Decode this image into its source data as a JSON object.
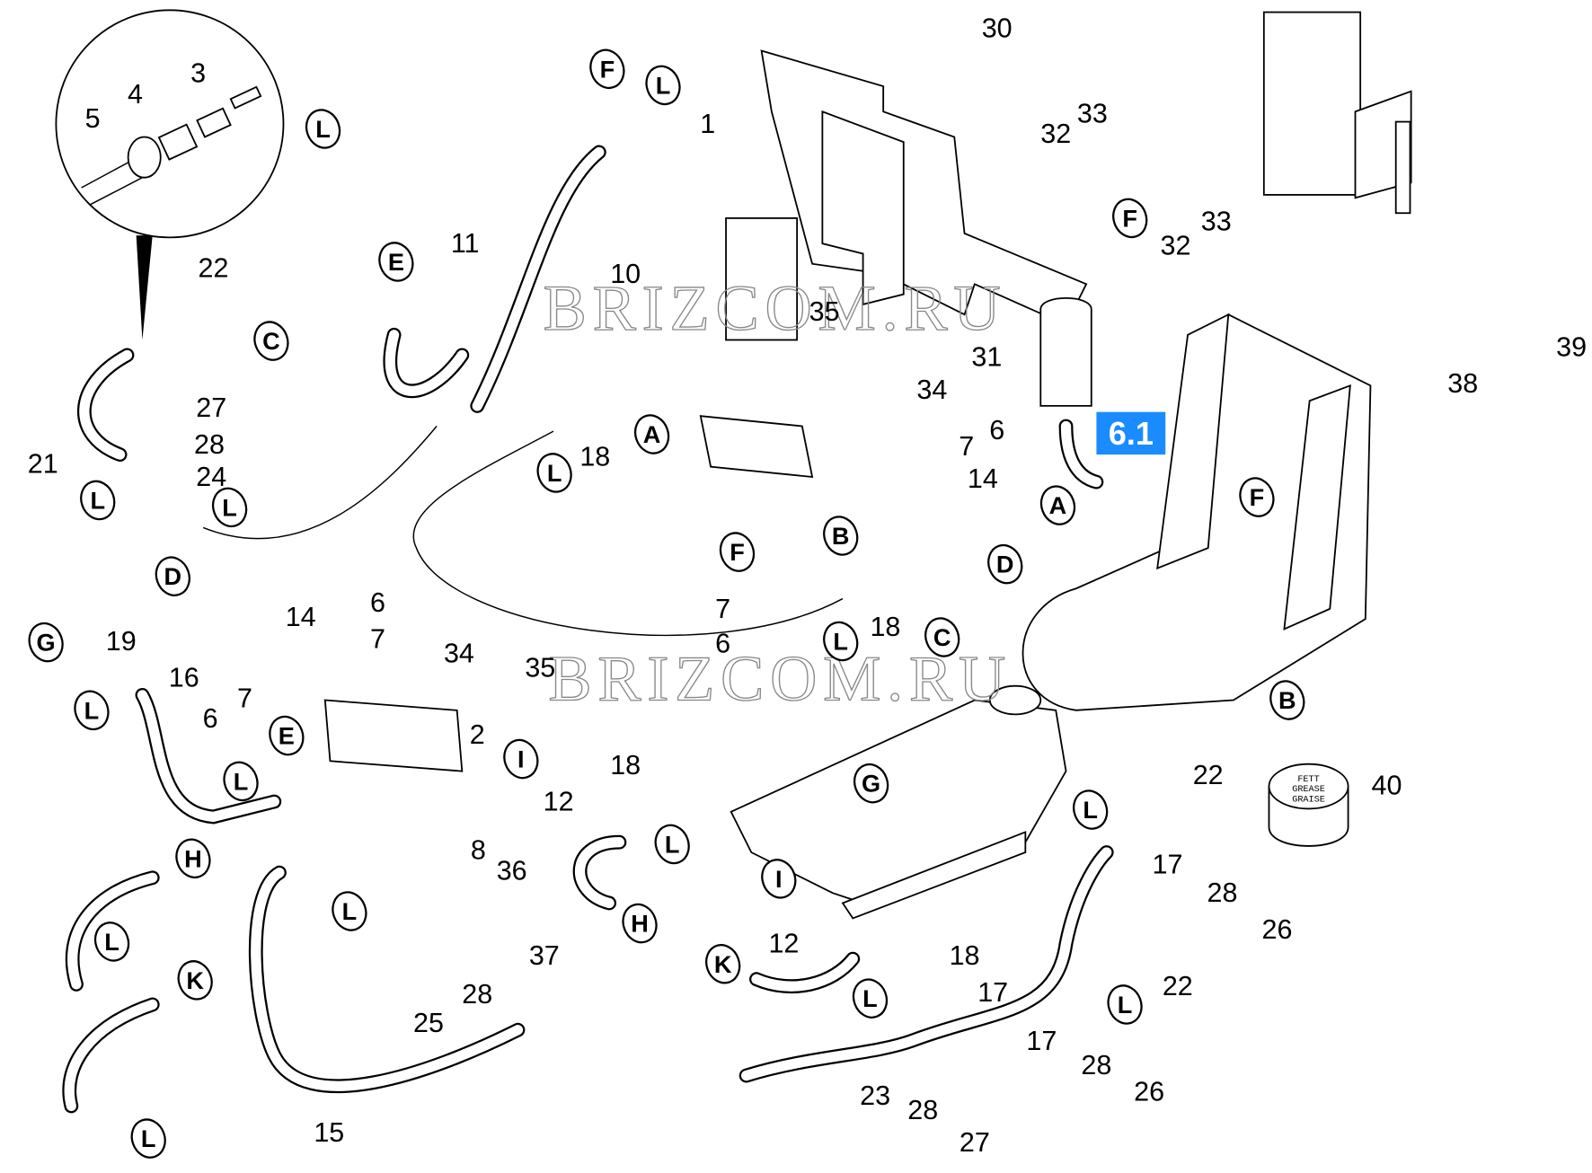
{
  "diagram": {
    "callout_numbers": [
      "30",
      "33",
      "32",
      "33",
      "32",
      "1",
      "11",
      "10",
      "35",
      "31",
      "34",
      "6",
      "7",
      "14",
      "18",
      "22",
      "3",
      "4",
      "5",
      "27",
      "28",
      "24",
      "21",
      "39",
      "38",
      "40",
      "6",
      "14",
      "7",
      "34",
      "35",
      "19",
      "16",
      "7",
      "6",
      "2",
      "7",
      "6",
      "18",
      "18",
      "12",
      "8",
      "36",
      "22",
      "17",
      "28",
      "26",
      "12",
      "18",
      "37",
      "28",
      "25",
      "17",
      "22",
      "17",
      "28",
      "26",
      "23",
      "28",
      "27",
      "15"
    ],
    "connection_letters": [
      "L",
      "F",
      "L",
      "E",
      "C",
      "A",
      "L",
      "L",
      "L",
      "D",
      "F",
      "B",
      "D",
      "A",
      "F",
      "F",
      "G",
      "L",
      "E",
      "L",
      "I",
      "C",
      "L",
      "B",
      "G",
      "H",
      "L",
      "K",
      "L",
      "H",
      "L",
      "I",
      "K",
      "L",
      "L",
      "L",
      "L"
    ],
    "section_badge": {
      "label": "6.1",
      "color": "#1a8cff"
    },
    "grease_can_text": [
      "FETT",
      "GREASE",
      "GRAISE"
    ],
    "watermarks": [
      "BRIZCOM.RU",
      "BRIZCOM.RU"
    ]
  }
}
